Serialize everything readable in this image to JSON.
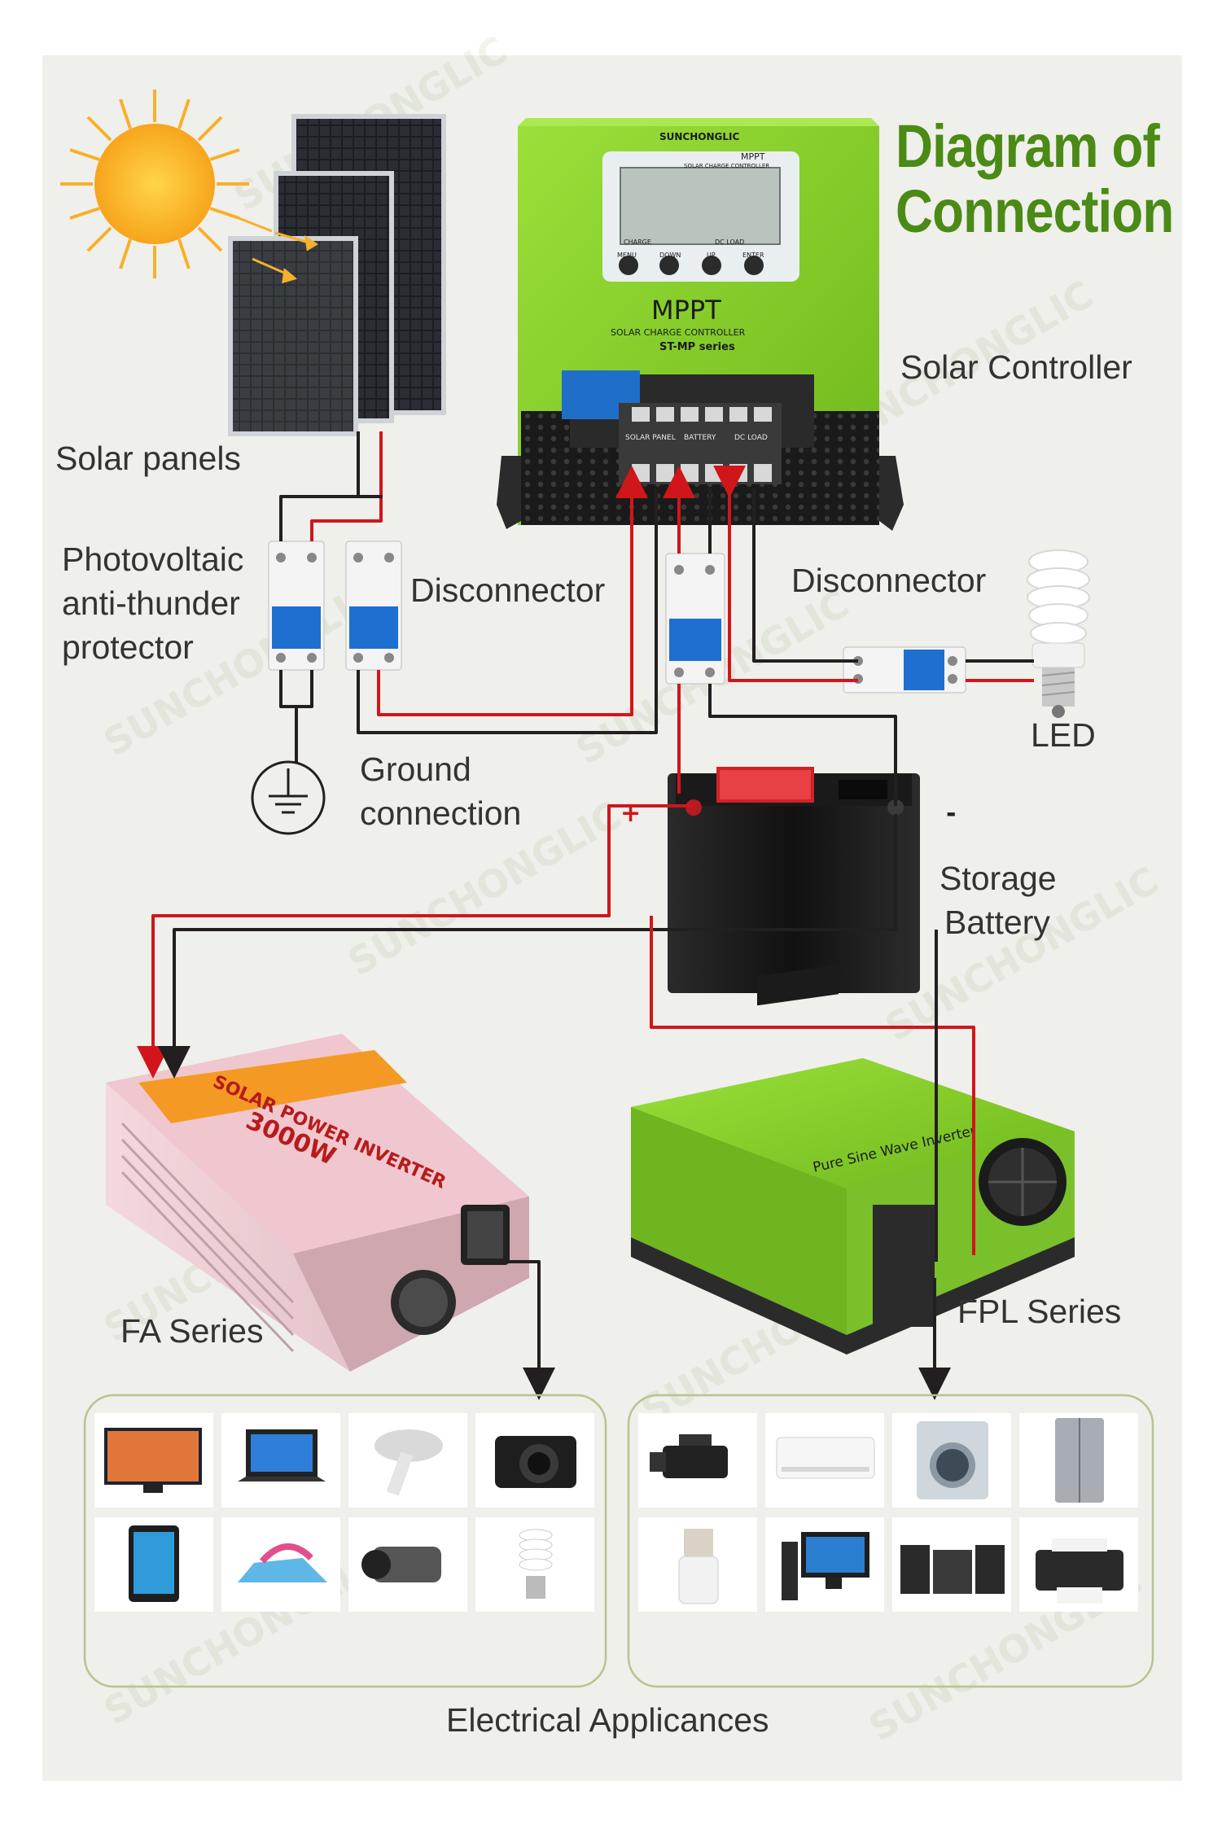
{
  "title": {
    "line1": "Diagram of",
    "line2": "Connection"
  },
  "labels": {
    "solar_panels": "Solar panels",
    "solar_controller": "Solar Controller",
    "pv_protector": [
      "Photovoltaic",
      "anti-thunder",
      "protector"
    ],
    "disconnector_left": "Disconnector",
    "disconnector_right": "Disconnector",
    "led": "LED",
    "ground": [
      "Ground",
      "connection"
    ],
    "battery": [
      "Storage",
      "Battery"
    ],
    "battery_plus": "+",
    "battery_minus": "-",
    "fa_series": "FA Series",
    "fpl_series": "FPL Series",
    "appliances": "Electrical Applicances"
  },
  "controller_text": {
    "brand": "SUNCHONGLIC",
    "mppt_small": "MPPT",
    "subtitle_small": "SOLAR CHARGE CONTROLLER",
    "charge": "CHARGE",
    "dc_load": "DC LOAD",
    "buttons": [
      "MENU",
      "DOWN",
      "UP",
      "ENTER"
    ],
    "mppt_big": "MPPT",
    "subtitle": "SOLAR CHARGE CONTROLLER",
    "series": "ST-MP series",
    "terminals": [
      "SOLAR PANEL",
      "BATTERY",
      "DC LOAD"
    ]
  },
  "inverter_text": {
    "fa_label": "SOLAR POWER INVERTER",
    "fa_power": "3000W",
    "fpl_label": "Pure Sine Wave Inverter"
  },
  "appliances_left": [
    "flat-screen-tv-icon",
    "laptop-icon",
    "hair-dryer-icon",
    "camera-icon",
    "tablet-icon",
    "clothes-iron-icon",
    "camcorder-icon",
    "cfl-bulb-icon"
  ],
  "appliances_right": [
    "video-camera-icon",
    "air-conditioner-icon",
    "washing-machine-icon",
    "refrigerator-icon",
    "juicer-icon",
    "desktop-computer-icon",
    "stereo-system-icon",
    "printer-icon"
  ],
  "colors": {
    "background": "#efefeb",
    "title_green": "#4a8a15",
    "device_green": "#8fd62b",
    "wire_red": "#d0161b",
    "wire_black": "#231f20",
    "breaker_blue": "#1e6fd0",
    "text_gray": "#333333"
  }
}
